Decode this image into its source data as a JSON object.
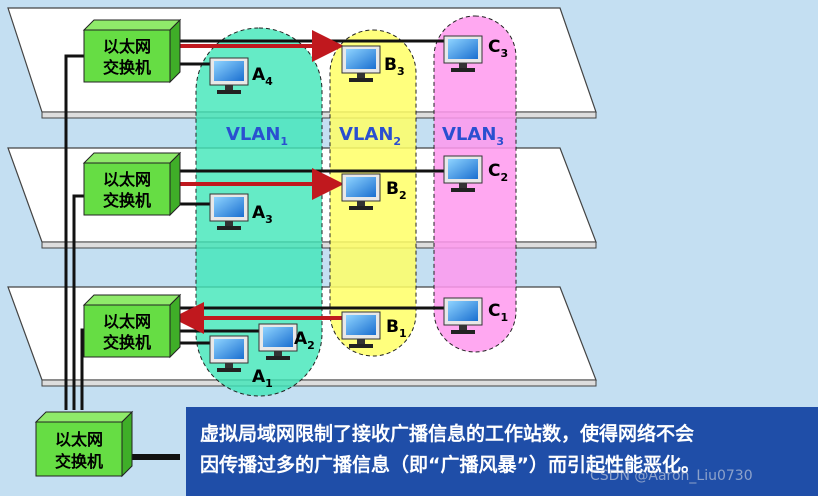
{
  "switch_label_line1": "以太网",
  "switch_label_line2": "交换机",
  "vlans": [
    {
      "name": "VLAN",
      "sub": "1",
      "color": "#3fe6b8"
    },
    {
      "name": "VLAN",
      "sub": "2",
      "color": "#ffff66"
    },
    {
      "name": "VLAN",
      "sub": "3",
      "color": "#ff99ee"
    }
  ],
  "hosts": {
    "A4": {
      "letter": "A",
      "sub": "4"
    },
    "A3": {
      "letter": "A",
      "sub": "3"
    },
    "A2": {
      "letter": "A",
      "sub": "2"
    },
    "A1": {
      "letter": "A",
      "sub": "1"
    },
    "B3": {
      "letter": "B",
      "sub": "3"
    },
    "B2": {
      "letter": "B",
      "sub": "2"
    },
    "B1": {
      "letter": "B",
      "sub": "1"
    },
    "C3": {
      "letter": "C",
      "sub": "3"
    },
    "C2": {
      "letter": "C",
      "sub": "2"
    },
    "C1": {
      "letter": "C",
      "sub": "1"
    }
  },
  "caption": {
    "line1": "虚拟局域网限制了接收广播信息的工作站数，使得网络不会",
    "line2": "因传播过多的广播信息（即“广播风暴”）而引起性能恶化。"
  },
  "watermark": "CSDN @Aaron_Liu0730",
  "colors": {
    "switch": "#66dd44",
    "arrow": "#c0181e",
    "caption_bg": "#1f4ea8",
    "vlan_text": "#2a4fd0"
  }
}
